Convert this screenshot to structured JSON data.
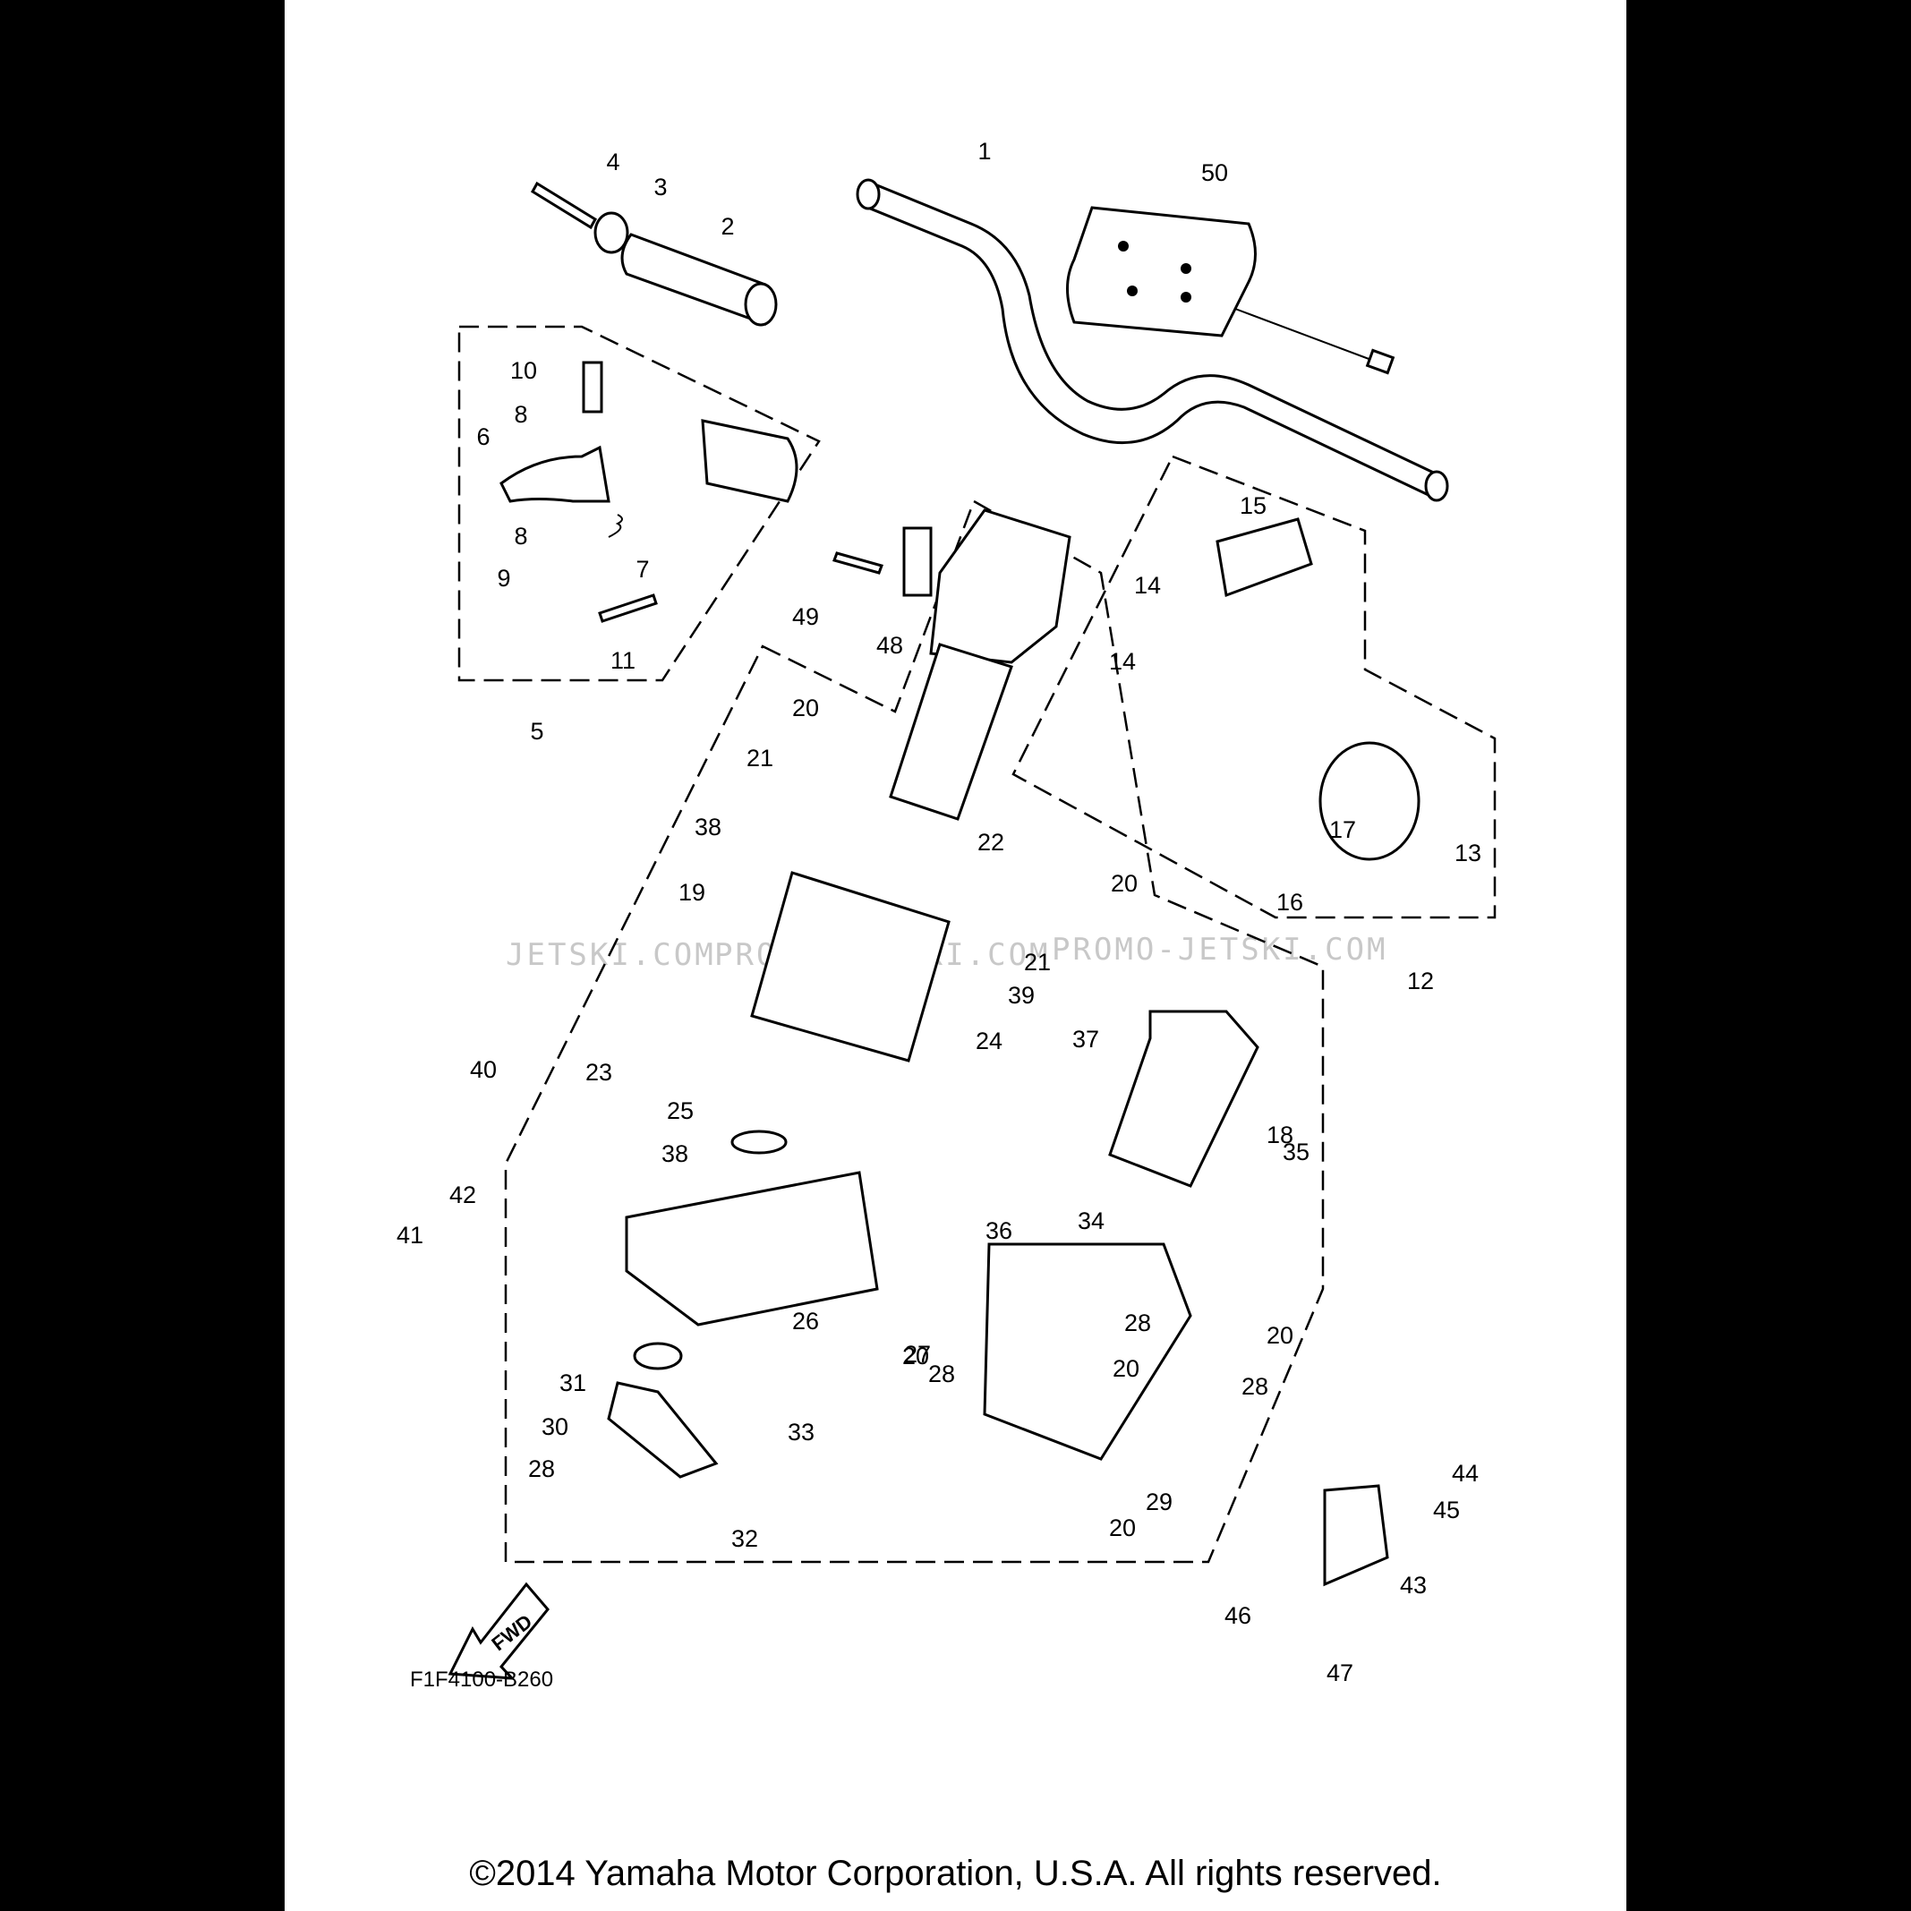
{
  "diagram": {
    "code": "F1F4100-B260",
    "fwd_label": "FWD",
    "watermarks": [
      "JETSKI.COM",
      "PROMO-JETSKI.COM",
      "PROMO-JETSKI.COM"
    ],
    "copyright": "©2014 Yamaha Motor Corporation, U.S.A. All rights reserved.",
    "callouts": [
      "1",
      "2",
      "3",
      "4",
      "5",
      "6",
      "7",
      "8",
      "8",
      "9",
      "10",
      "11",
      "12",
      "13",
      "14",
      "14",
      "15",
      "16",
      "17",
      "18",
      "19",
      "20",
      "20",
      "20",
      "20",
      "20",
      "20",
      "21",
      "21",
      "22",
      "23",
      "24",
      "25",
      "26",
      "27",
      "28",
      "28",
      "28",
      "28",
      "29",
      "30",
      "31",
      "32",
      "33",
      "34",
      "35",
      "36",
      "37",
      "38",
      "38",
      "39",
      "40",
      "41",
      "42",
      "43",
      "44",
      "45",
      "46",
      "47",
      "48",
      "49",
      "50"
    ]
  }
}
